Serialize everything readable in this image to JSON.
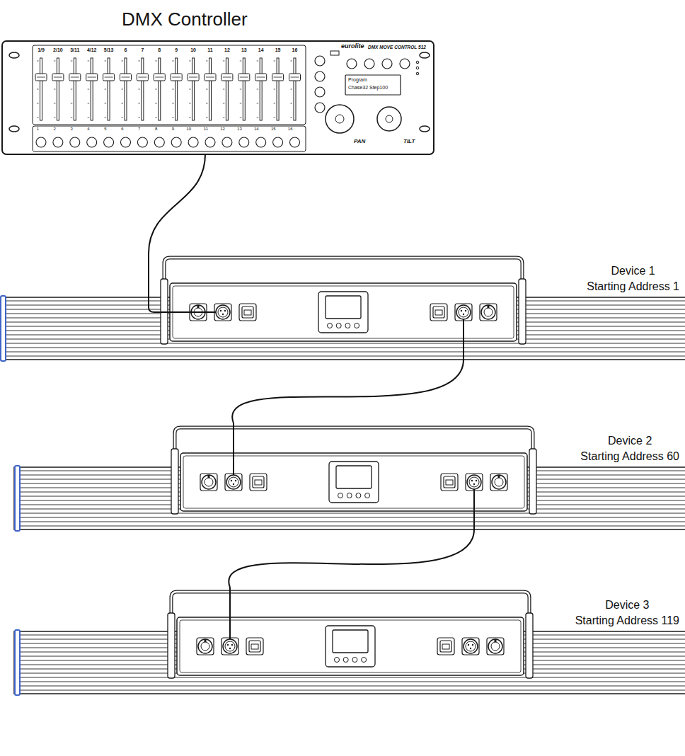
{
  "diagram": {
    "nodes": [
      {
        "text": [
          "DMX Controller"
        ]
      },
      {
        "text": [
          "Device 1",
          "Starting Address 1"
        ]
      },
      {
        "text": [
          "Device 2",
          "Starting Address 60"
        ]
      },
      {
        "text": [
          "Device 3",
          "Starting Address 119"
        ]
      }
    ],
    "edges": [
      {
        "from": 0,
        "to": 1,
        "arrow": "none"
      },
      {
        "from": 1,
        "to": 2,
        "arrow": "none"
      },
      {
        "from": 2,
        "to": 3,
        "arrow": "none"
      }
    ],
    "labels": [
      "eurolite",
      "DMX MOVE CONTROL 512",
      "1/9",
      "2/10",
      "3/11",
      "4/12",
      "5/13",
      "6",
      "7",
      "8",
      "9",
      "10",
      "11",
      "12",
      "13",
      "14",
      "15",
      "16",
      "1",
      "2",
      "3",
      "4",
      "5",
      "6",
      "7",
      "8",
      "9",
      "10",
      "11",
      "12",
      "13",
      "14",
      "15",
      "16",
      "Program",
      "Chase32 Step100",
      "PAN",
      "TILT"
    ]
  }
}
